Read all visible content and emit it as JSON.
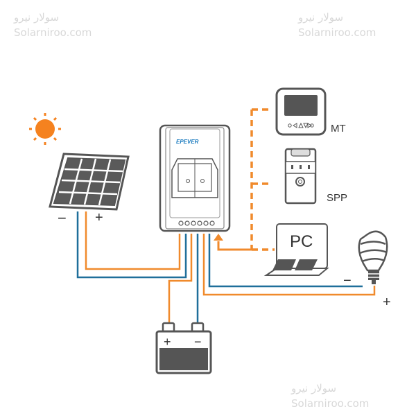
{
  "colors": {
    "orange": "#f08a2c",
    "blue": "#1f6f9a",
    "device": "#555555",
    "sun": "#f5821f"
  },
  "controller": {
    "brand": "EPEVER"
  },
  "devices": {
    "mt": "MT",
    "spp": "SPP",
    "pc": "PC"
  },
  "solar": {
    "minus": "−",
    "plus": "+"
  },
  "battery": {
    "plus": "+",
    "minus": "−"
  },
  "load": {
    "minus": "−",
    "plus": "+"
  },
  "watermark": {
    "fa": "سولار نیرو",
    "en": "Solarniroo.com"
  }
}
